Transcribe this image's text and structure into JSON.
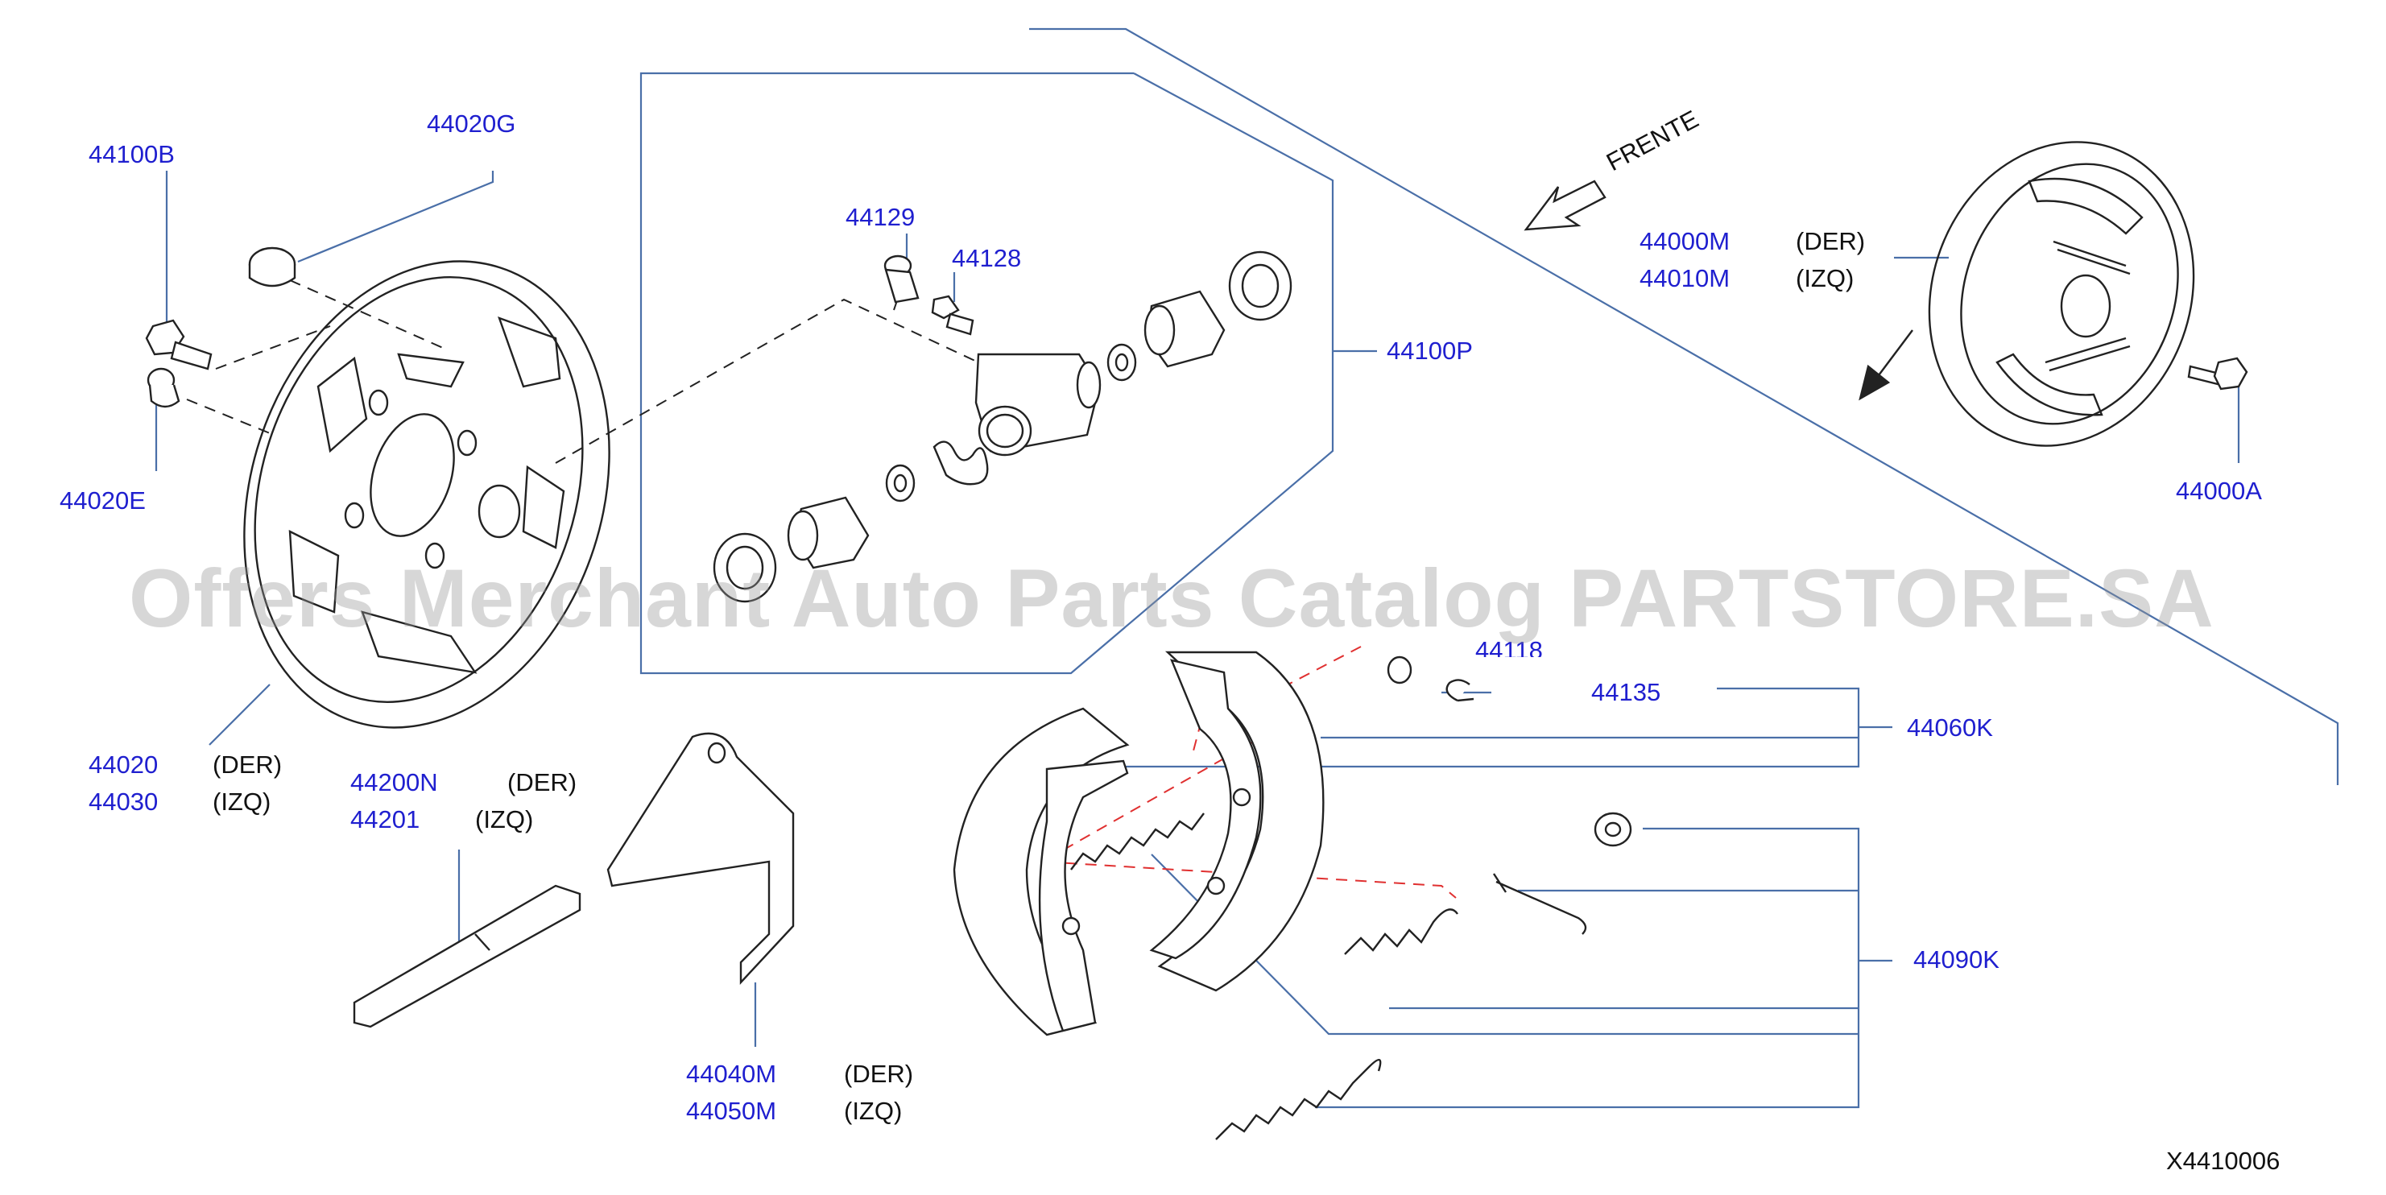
{
  "colors": {
    "part_number": "#1f1fcf",
    "leader": "#4a6fa8",
    "drawing": "#222222",
    "dashed_red": "#e03030",
    "watermark": "#969696"
  },
  "labels": {
    "l_44100B": "44100B",
    "l_44020G": "44020G",
    "l_44020E": "44020E",
    "l_44020": "44020",
    "l_44020_side": "(DER)",
    "l_44030": "44030",
    "l_44030_side": "(IZQ)",
    "l_44129": "44129",
    "l_44128": "44128",
    "l_44100P": "44100P",
    "l_44000M": "44000M",
    "l_44000M_side": "(DER)",
    "l_44010M": "44010M",
    "l_44010M_side": "(IZQ)",
    "l_44000A": "44000A",
    "l_44118": "44118",
    "l_44135": "44135",
    "l_44060K": "44060K",
    "l_44090K": "44090K",
    "l_44200N": "44200N",
    "l_44200N_side": "(DER)",
    "l_44201": "44201",
    "l_44201_side": "(IZQ)",
    "l_44040M": "44040M",
    "l_44040M_side": "(DER)",
    "l_44050M": "44050M",
    "l_44050M_side": "(IZQ)"
  },
  "frente_label": "FRENTE",
  "diagram_code": "X4410006",
  "watermark": "Offers Merchant Auto Parts Catalog PARTSTORE.SA"
}
